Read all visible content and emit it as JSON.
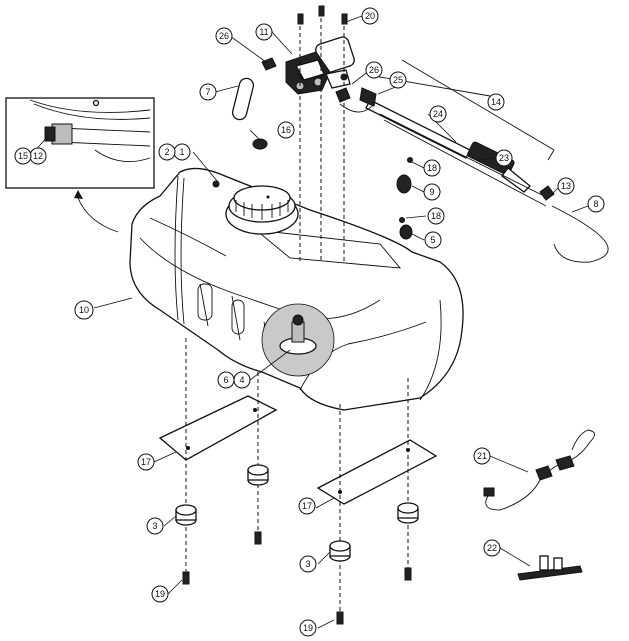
{
  "diagram": {
    "callouts": [
      {
        "key": "c1",
        "label": "1"
      },
      {
        "key": "c2",
        "label": "2"
      },
      {
        "key": "c3a",
        "label": "3"
      },
      {
        "key": "c3b",
        "label": "3"
      },
      {
        "key": "c4",
        "label": "4"
      },
      {
        "key": "c5",
        "label": "5"
      },
      {
        "key": "c6",
        "label": "6"
      },
      {
        "key": "c7",
        "label": "7"
      },
      {
        "key": "c8",
        "label": "8"
      },
      {
        "key": "c9",
        "label": "9"
      },
      {
        "key": "c10",
        "label": "10"
      },
      {
        "key": "c11",
        "label": "11"
      },
      {
        "key": "c12",
        "label": "12"
      },
      {
        "key": "c13",
        "label": "13"
      },
      {
        "key": "c14",
        "label": "14"
      },
      {
        "key": "c15",
        "label": "15"
      },
      {
        "key": "c16",
        "label": "16"
      },
      {
        "key": "c17a",
        "label": "17"
      },
      {
        "key": "c17b",
        "label": "17"
      },
      {
        "key": "c18a",
        "label": "18"
      },
      {
        "key": "c18b",
        "label": "18"
      },
      {
        "key": "c19a",
        "label": "19"
      },
      {
        "key": "c19b",
        "label": "19"
      },
      {
        "key": "c20",
        "label": "20"
      },
      {
        "key": "c21",
        "label": "21"
      },
      {
        "key": "c22",
        "label": "22"
      },
      {
        "key": "c23",
        "label": "23"
      },
      {
        "key": "c24",
        "label": "24"
      },
      {
        "key": "c25",
        "label": "25"
      },
      {
        "key": "c26a",
        "label": "26"
      },
      {
        "key": "c26b",
        "label": "26"
      }
    ]
  }
}
